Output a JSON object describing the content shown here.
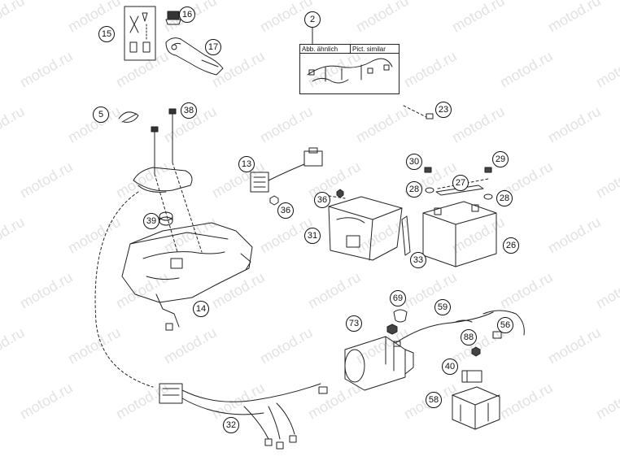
{
  "watermark": "motod.ru",
  "note": {
    "left_label": "Abb. ähnlich",
    "right_label": "Pict. similar"
  },
  "callouts": [
    {
      "id": "c2",
      "label": "2"
    },
    {
      "id": "c5",
      "label": "5"
    },
    {
      "id": "c13",
      "label": "13"
    },
    {
      "id": "c14",
      "label": "14"
    },
    {
      "id": "c15",
      "label": "15"
    },
    {
      "id": "c16",
      "label": "16"
    },
    {
      "id": "c17",
      "label": "17"
    },
    {
      "id": "c23",
      "label": "23"
    },
    {
      "id": "c26",
      "label": "26"
    },
    {
      "id": "c27",
      "label": "27"
    },
    {
      "id": "c28a",
      "label": "28"
    },
    {
      "id": "c28b",
      "label": "28"
    },
    {
      "id": "c29",
      "label": "29"
    },
    {
      "id": "c30",
      "label": "30"
    },
    {
      "id": "c31",
      "label": "31"
    },
    {
      "id": "c32",
      "label": "32"
    },
    {
      "id": "c33",
      "label": "33"
    },
    {
      "id": "c36a",
      "label": "36"
    },
    {
      "id": "c36b",
      "label": "36"
    },
    {
      "id": "c38",
      "label": "38"
    },
    {
      "id": "c39",
      "label": "39"
    },
    {
      "id": "c40",
      "label": "40"
    },
    {
      "id": "c56",
      "label": "56"
    },
    {
      "id": "c58",
      "label": "58"
    },
    {
      "id": "c59",
      "label": "59"
    },
    {
      "id": "c69",
      "label": "69"
    },
    {
      "id": "c73",
      "label": "73"
    },
    {
      "id": "c88",
      "label": "88"
    }
  ]
}
